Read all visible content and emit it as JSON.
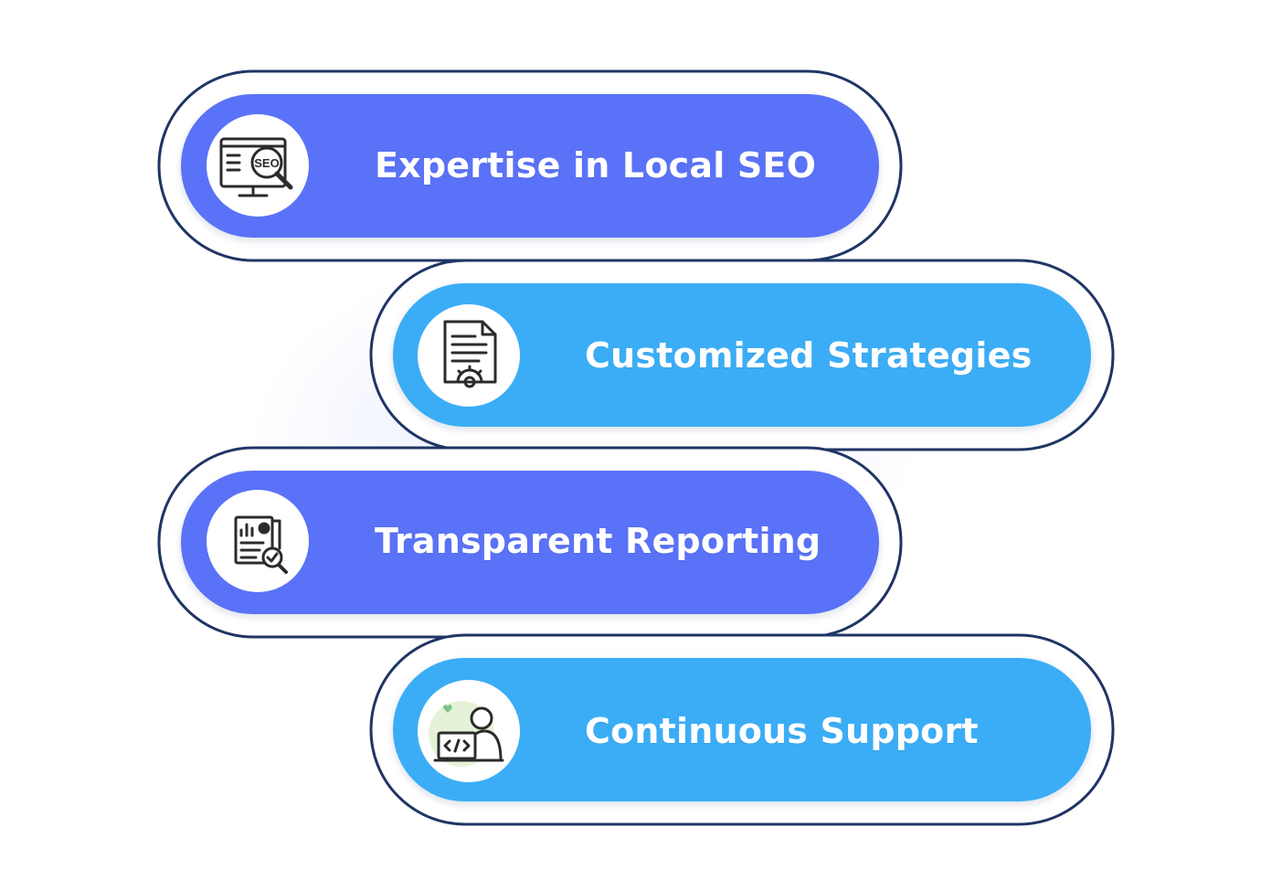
{
  "colors": {
    "indigo_pill": "#5a72f7",
    "sky_pill": "#3aadf6",
    "outline": "#1f3565",
    "connector": "#1d3c73",
    "icon_circle": "#ffffff",
    "icon_stroke": "#2b2b2b",
    "text": "#ffffff"
  },
  "steps": [
    {
      "label": "Expertise in Local SEO",
      "icon": "seo-monitor-icon",
      "icon_text": "SEO",
      "color": "indigo"
    },
    {
      "label": "Customized Strategies",
      "icon": "document-gear-icon",
      "color": "sky"
    },
    {
      "label": "Transparent Reporting",
      "icon": "report-magnifier-icon",
      "color": "indigo"
    },
    {
      "label": "Continuous Support",
      "icon": "developer-support-icon",
      "color": "sky"
    }
  ]
}
